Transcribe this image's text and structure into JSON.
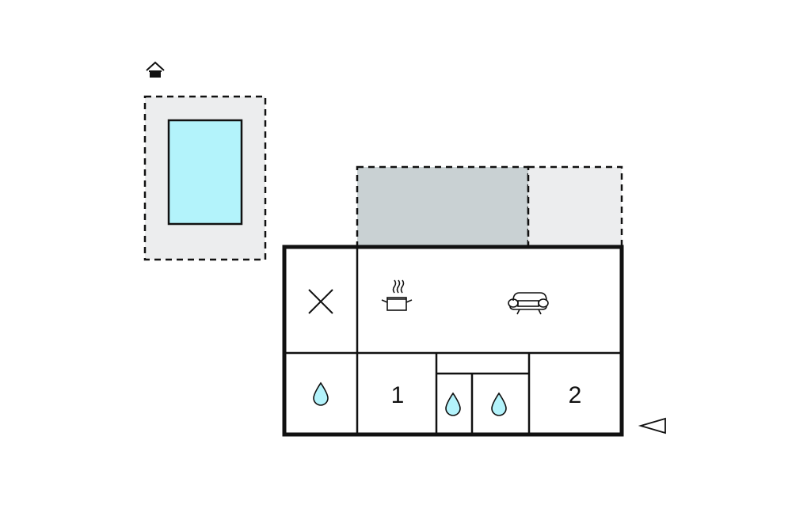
{
  "floorplan": {
    "colors": {
      "wall": "#111111",
      "terrace": "#ecedee",
      "covered_terrace": "#c9d1d3",
      "pool_water": "#b3f3fb",
      "water_drop": "#b3f3fb"
    },
    "icons": {
      "barbecue": "barbecue-icon",
      "kitchen": "cooking-pot-icon",
      "living": "sofa-icon",
      "bathroom": "water-drop-icon",
      "entrance": "entrance-arrow-icon",
      "utility": "cross-icon"
    },
    "rooms": [
      {
        "id": "bedroom-1",
        "label": "1"
      },
      {
        "id": "bedroom-2",
        "label": "2"
      }
    ]
  }
}
